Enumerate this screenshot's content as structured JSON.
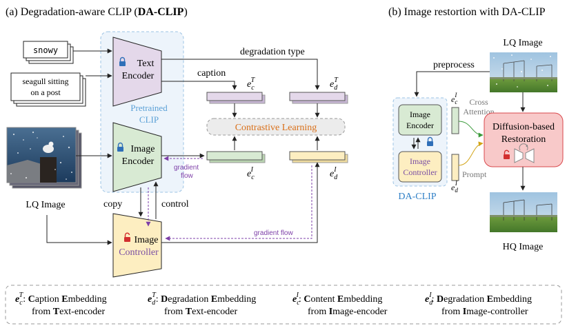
{
  "titles": {
    "left_prefix": "(a) Degradation-aware CLIP (",
    "left_bold": "DA-CLIP",
    "left_suffix": ")",
    "right": "(b) Image restortion with DA-CLIP"
  },
  "left": {
    "snowy": "snowy",
    "caption_line1": "seagull sitting",
    "caption_line2": "on a post",
    "text_encoder_l1": "Text",
    "text_encoder_l2": "Encoder",
    "image_encoder_l1": "Image",
    "image_encoder_l2": "Encoder",
    "controller_l1": "Image",
    "controller_l2": "Controller",
    "pretrained_l1": "Pretrained",
    "pretrained_l2": "CLIP",
    "degradation_type": "degradation type",
    "caption": "caption",
    "contrastive": "Contrastive Learning",
    "gradient_l1": "gradient",
    "gradient_l2": "flow",
    "gradient_flow": "gradient flow",
    "copy": "copy",
    "control": "control",
    "lq_image": "LQ Image",
    "emb_e": "e",
    "sub_c": "c",
    "sub_d": "d",
    "sup_T": "T",
    "sup_I": "I"
  },
  "right": {
    "lq_image": "LQ Image",
    "preprocess": "preprocess",
    "image_encoder_l1": "Image",
    "image_encoder_l2": "Encoder",
    "controller_l1": "Image",
    "controller_l2": "Controller",
    "da_clip": "DA-CLIP",
    "cross_l1": "Cross",
    "cross_l2": "Attention",
    "prompt": "Prompt",
    "diffusion_l1": "Diffusion-based",
    "diffusion_l2": "Restoration",
    "hq_image": "HQ Image"
  },
  "legend": [
    {
      "sub": "c",
      "sup": "T",
      "a1": "C",
      "a2": "aption ",
      "b1": "E",
      "b2": "mbedding",
      "from": "from ",
      "src1": "T",
      "src2": "ext-encoder"
    },
    {
      "sub": "d",
      "sup": "T",
      "a1": "D",
      "a2": "egradation ",
      "b1": "E",
      "b2": "mbedding",
      "from": "from ",
      "src1": "T",
      "src2": "ext-encoder"
    },
    {
      "sub": "c",
      "sup": "I",
      "a1": "C",
      "a2": "ontent ",
      "b1": "E",
      "b2": "mbedding",
      "from": "from ",
      "src1": "I",
      "src2": "mage-encoder"
    },
    {
      "sub": "d",
      "sup": "I",
      "a1": "D",
      "a2": "egradation ",
      "b1": "E",
      "b2": "mbedding",
      "from": "from ",
      "src1": "I",
      "src2": "mage-controller"
    }
  ],
  "colors": {
    "text_encoder": "#e4d8ea",
    "image_encoder": "#d8ead3",
    "controller": "#fdeec1",
    "pretrained_bg": "#edf4fb",
    "pretrained_border": "#9cc3e4",
    "diffusion": "#f8c9c9",
    "diffusion_border": "#d9474b",
    "contrastive_text": "#d96f18",
    "gradient": "#7d3fa8",
    "da_clip_text": "#2f7fc6"
  }
}
